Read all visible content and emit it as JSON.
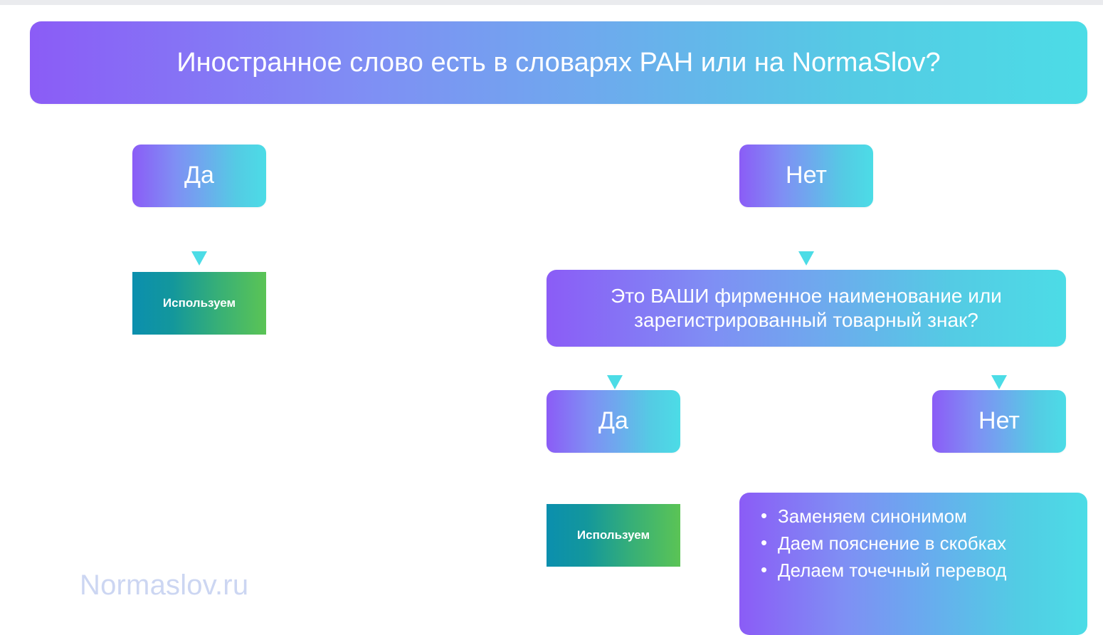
{
  "page": {
    "background_color": "#ffffff",
    "top_strip_color": "#eaebee"
  },
  "palette": {
    "gradient_start": "#8b5cf6",
    "gradient_end": "#4cdce6",
    "green_start": "#0b8fae",
    "green_end": "#5bc455",
    "arrow_start": "#8b5cf6",
    "arrow_end": "#4cdce6",
    "watermark_color": "#ccd6f2",
    "text_color": "#ffffff"
  },
  "flowchart": {
    "title": "Иностранное слово есть в словарях РАН или на NormaSlov?",
    "branch_yes_1": "Да",
    "branch_no_1": "Нет",
    "use_label_1": "Используем",
    "question_2": "Это ВАШИ фирменное наименование или зарегистрированный товарный знак?",
    "branch_yes_2": "Да",
    "branch_no_2": "Нет",
    "use_label_2": "Используем",
    "actions": [
      "Заменяем синонимом",
      "Даем пояснение в скобках",
      "Делаем точечный перевод"
    ]
  },
  "watermark": {
    "text": "Normaslov.ru"
  }
}
